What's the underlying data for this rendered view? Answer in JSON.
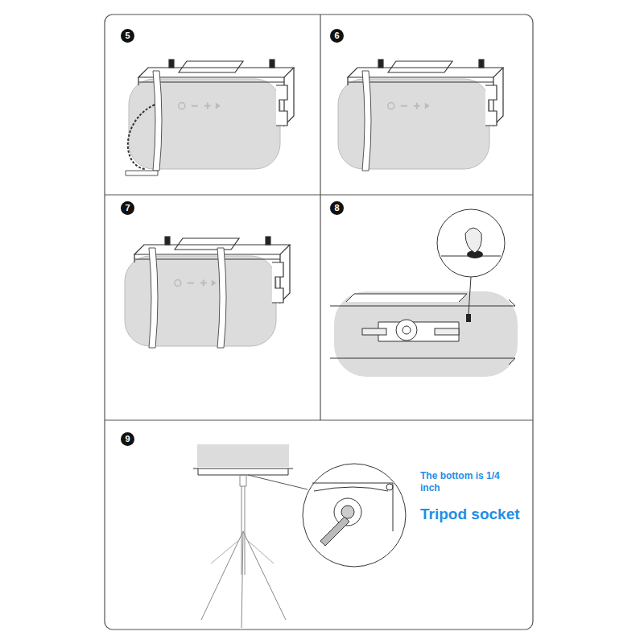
{
  "diagram": {
    "nodes": [
      {
        "text": [
          "5"
        ]
      },
      {
        "text": [
          "6"
        ]
      },
      {
        "text": [
          "7"
        ]
      },
      {
        "text": [
          "8"
        ]
      },
      {
        "text": [
          "9"
        ]
      }
    ],
    "labels": [
      "The bottom is 1/4 inch",
      "Tripod socket"
    ]
  }
}
